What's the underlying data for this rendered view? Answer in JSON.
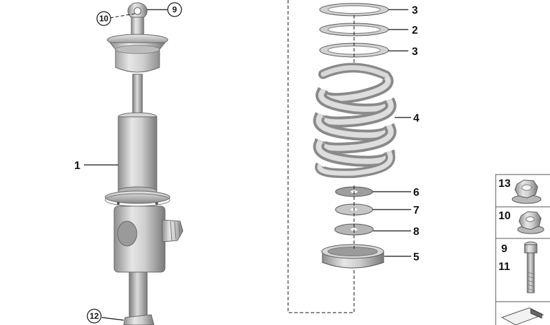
{
  "callouts": {
    "c1": "1",
    "c2": "2",
    "c3a": "3",
    "c3b": "3",
    "c4": "4",
    "c5": "5",
    "c6": "6",
    "c7": "7",
    "c8": "8",
    "c9": "9",
    "c10": "10",
    "c12": "12"
  },
  "parts_panel": {
    "box1_label": "13",
    "box2_label": "10",
    "box3_label_top": "9",
    "box3_label_bottom": "11"
  },
  "colors": {
    "metal": "#c8c8c8",
    "metal_dark": "#8a8a8a",
    "line": "#111111"
  }
}
